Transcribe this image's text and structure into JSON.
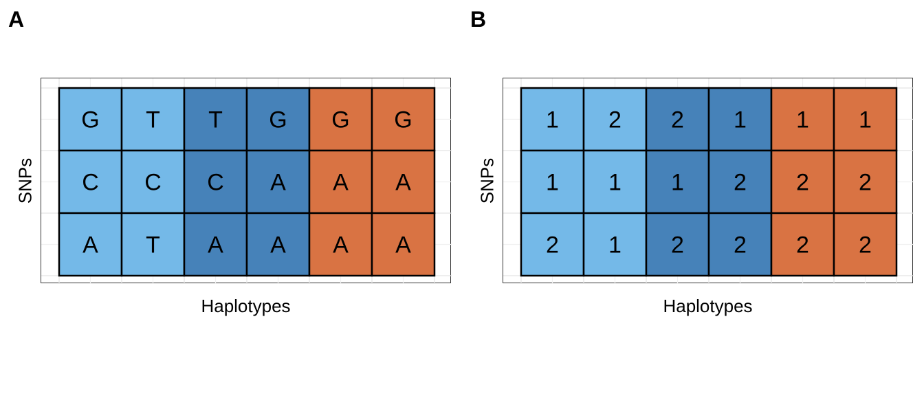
{
  "chart_data": [
    {
      "type": "heatmap",
      "panel_label": "A",
      "xlabel": "Haplotypes",
      "ylabel": "SNPs",
      "n_cols": 6,
      "n_rows": 3,
      "column_colors": [
        "#74B9E8",
        "#74B9E8",
        "#4682B9",
        "#4682B9",
        "#D97343",
        "#D97343"
      ],
      "cells": [
        [
          "G",
          "T",
          "T",
          "G",
          "G",
          "G"
        ],
        [
          "C",
          "C",
          "C",
          "A",
          "A",
          "A"
        ],
        [
          "A",
          "T",
          "A",
          "A",
          "A",
          "A"
        ]
      ],
      "grid": true
    },
    {
      "type": "heatmap",
      "panel_label": "B",
      "xlabel": "Haplotypes",
      "ylabel": "SNPs",
      "n_cols": 6,
      "n_rows": 3,
      "column_colors": [
        "#74B9E8",
        "#74B9E8",
        "#4682B9",
        "#4682B9",
        "#D97343",
        "#D97343"
      ],
      "cells": [
        [
          "1",
          "2",
          "2",
          "1",
          "1",
          "1"
        ],
        [
          "1",
          "1",
          "1",
          "2",
          "2",
          "2"
        ],
        [
          "2",
          "1",
          "2",
          "2",
          "2",
          "2"
        ]
      ],
      "grid": true
    }
  ]
}
